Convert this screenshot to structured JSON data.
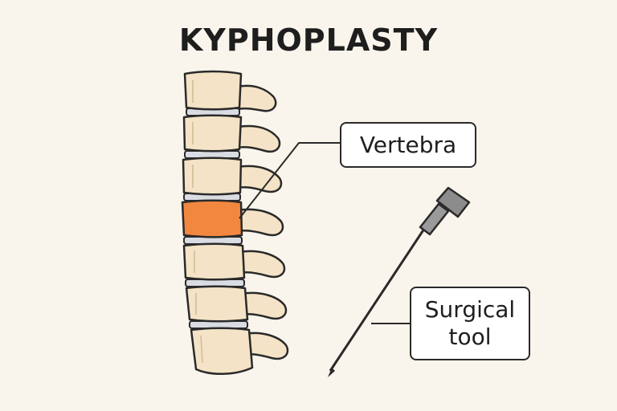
{
  "title": "KYPHOPLASTY",
  "labels": {
    "vertebra": "Vertebra",
    "surgical_tool": "Surgical tool"
  },
  "colors": {
    "background": "#FAF5EC",
    "bone": "#F4E3C6",
    "highlight_vertebra": "#F2873F",
    "disc": "#D9DCE2",
    "tool_metal": "#8C8C8C",
    "outline": "#2A2A2A"
  }
}
